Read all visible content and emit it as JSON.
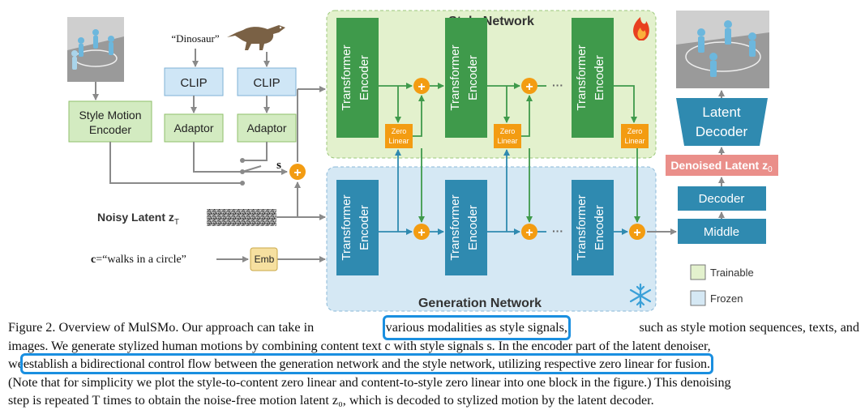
{
  "figure": {
    "style_network_title": "Style Network",
    "generation_network_title": "Generation Network",
    "dinosaur_quote": "“Dinosaur”",
    "clip_label": "CLIP",
    "adaptor_label": "Adaptor",
    "style_motion_encoder_line1": "Style Motion",
    "style_motion_encoder_line2": "Encoder",
    "s_label": "s",
    "noisy_latent_label": "Noisy Latent z",
    "noisy_latent_sub": "T",
    "c_label": "c",
    "c_text": "=“walks in a circle”",
    "emb_label": "Emb",
    "transformer_line1": "Transformer",
    "transformer_line2": "Encoder",
    "zero_line1": "Zero",
    "zero_line2": "Linear",
    "plus_symbol": "+",
    "ellipsis": "···",
    "latent_decoder_line1": "Latent",
    "latent_decoder_line2": "Decoder",
    "denoised_latent_label": "Denoised Latent z",
    "denoised_latent_sub": "0",
    "decoder_label": "Decoder",
    "middle_label": "Middle",
    "trainable_label": "Trainable",
    "frozen_label": "Frozen",
    "flame_icon": "flame-icon",
    "snowflake_icon": "snowflake-icon",
    "colors": {
      "style_bg": "#e3f1cd",
      "gen_bg": "#d5e8f4",
      "green_block": "#3f9a4b",
      "blue_block": "#2f8ab0",
      "orange": "#f39c12",
      "clip_bg": "#cfe6f6",
      "adaptor_bg": "#d3ebc1",
      "pink": "#ea8f8a"
    }
  },
  "caption": {
    "l1_a": "Figure 2. Overview of MulSMo. Our approach can take in",
    "l1_hl": "various modalities as style signals,",
    "l1_b": "such as style motion sequences, texts, and",
    "l2": "images. We generate stylized human motions by combining content text c with style signals s. In the encoder part of the latent denoiser,",
    "l3_a": "we",
    "l3_hl": "establish a bidirectional control flow between the generation network and the style network, utilizing respective zero linear for fusion.",
    "l4": "(Note that for simplicity we plot the style-to-content zero linear and content-to-style zero linear into one block in the figure.) This denoising",
    "l5": "step is repeated T times to obtain the noise-free motion latent z₀, which is decoded to stylized motion by the latent decoder."
  }
}
